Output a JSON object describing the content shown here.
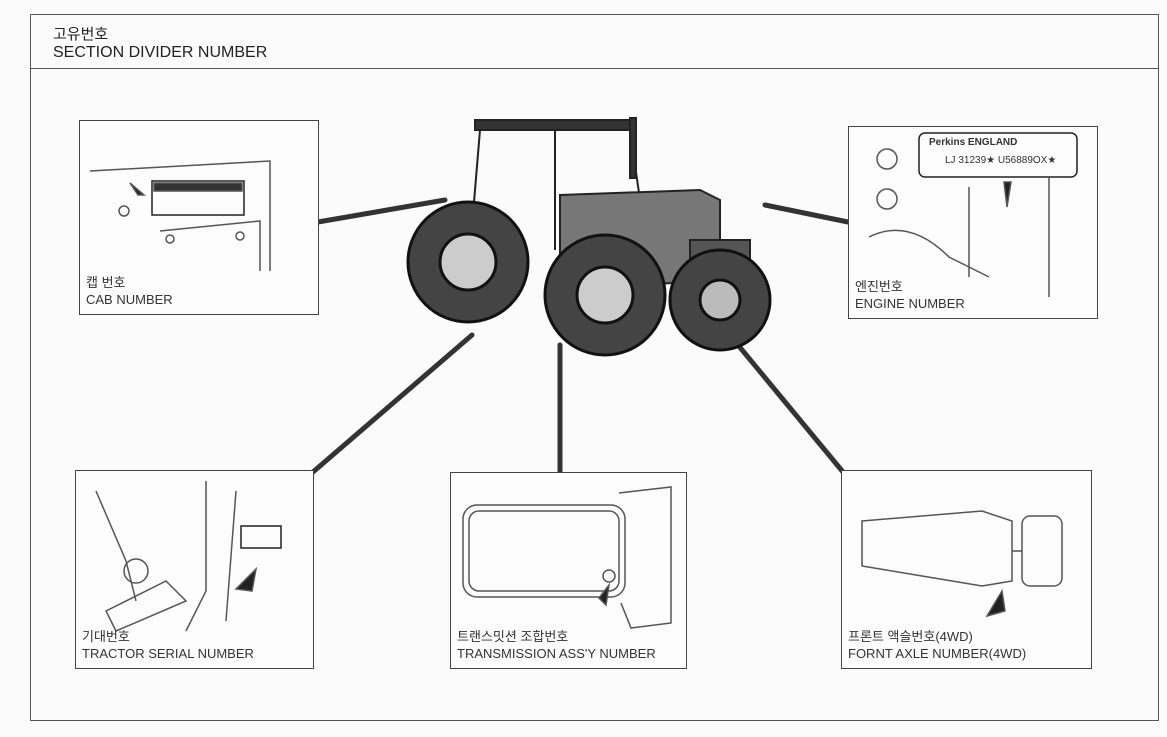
{
  "header": {
    "title_ko": "고유번호",
    "title_en": "SECTION DIVIDER NUMBER"
  },
  "panels": {
    "cab": {
      "label_ko": "캡 번호",
      "label_en": "CAB NUMBER"
    },
    "engine": {
      "label_ko": "엔진번호",
      "label_en": "ENGINE NUMBER",
      "plate_brand": "Perkins ENGLAND",
      "plate_number": "LJ 31239★ U56889OX★"
    },
    "serial": {
      "label_ko": "기대번호",
      "label_en": "TRACTOR SERIAL NUMBER"
    },
    "transmission": {
      "label_ko": "트랜스밋션 조합번호",
      "label_en": "TRANSMISSION ASS'Y NUMBER"
    },
    "axle": {
      "label_ko": "프론트 액슬번호(4WD)",
      "label_en": "FORNT AXLE NUMBER(4WD)"
    }
  }
}
